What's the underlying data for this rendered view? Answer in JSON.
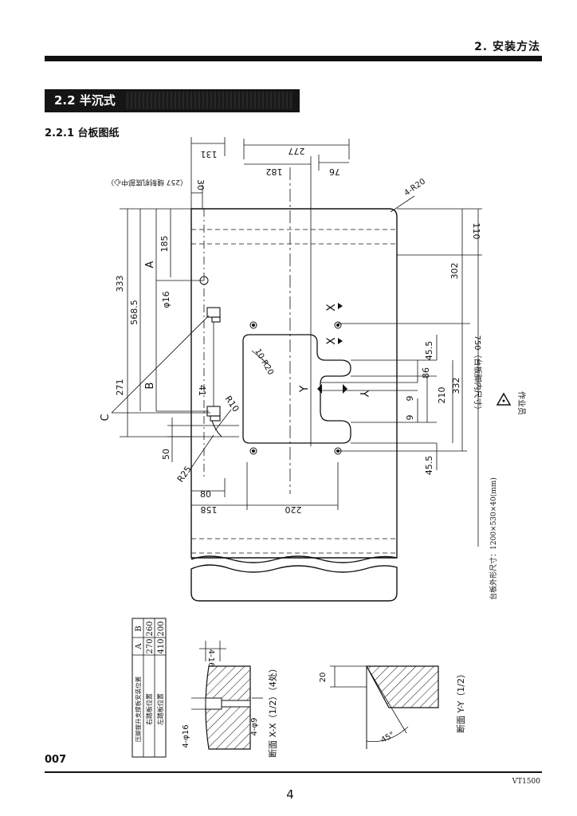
{
  "header": {
    "title": "2. 安装方法"
  },
  "section": {
    "label": "2.2 半沉式"
  },
  "subsection": {
    "label": "2.2.1 台板图纸"
  },
  "drawing": {
    "dims_top": {
      "d131": "131",
      "d277": "277",
      "d182": "182",
      "d76": "76",
      "d30": "30",
      "note257": "（257 缝制机底部中心）"
    },
    "corner": "4-R20",
    "dims_right": {
      "d110": "110",
      "d302": "302",
      "d750": "750（台板脚内尺寸）",
      "d332": "332",
      "d210": "210",
      "d86": "86",
      "d45a": "45.5",
      "d45b": "45.5",
      "d9a": "9",
      "d9b": "9"
    },
    "dims_left": {
      "d333": "333",
      "d5685": "568.5",
      "d271": "271",
      "d185": "185",
      "dA": "A",
      "dB": "B",
      "dC": "C",
      "phi16": "φ16",
      "d41": "41",
      "d50": "50",
      "r25": "R25",
      "r10": "R10",
      "r20in": "10-R20"
    },
    "dims_bottom": {
      "d80": "80",
      "d158": "158",
      "d220": "220"
    },
    "section_marks": {
      "X": "X",
      "Y": "Y"
    },
    "outer_size": "台板外形尺寸：1200×530×40(mm)",
    "operator": "作业员",
    "table": {
      "headers": [
        "压脚提升支撑板安装位置",
        "A",
        "B"
      ],
      "rows": [
        [
          "右踏板位置",
          "270",
          "260"
        ],
        [
          "左踏板位置",
          "410",
          "200"
        ]
      ]
    },
    "section_xx": {
      "d4_16": "4-16",
      "phi16": "4-φ16",
      "phi9": "4-φ9",
      "caption": "断面 X-X（1/2）（4处）"
    },
    "section_yy": {
      "d20": "20",
      "angle": "45°",
      "caption": "断面 Y-Y（1/2）"
    }
  },
  "footer": {
    "code": "007",
    "page": "4",
    "model": "VT1500"
  }
}
